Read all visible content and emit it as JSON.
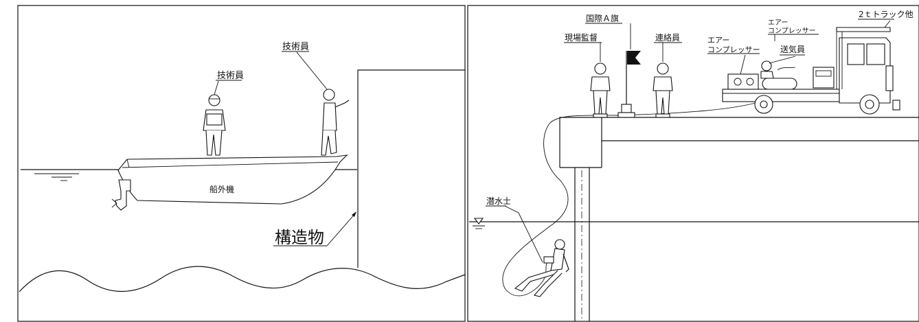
{
  "left_panel": {
    "labels": {
      "tech_a": "技術員",
      "tech_b": "技術員",
      "boat": "船外機",
      "structure": "構造物"
    }
  },
  "right_panel": {
    "labels": {
      "flag": "国際Ａ旗",
      "supervisor": "現場監督",
      "liaison": "連絡員",
      "compressor_a_1": "エアー",
      "compressor_a_2": "コンプレッサー",
      "compressor_b_1": "エアー",
      "compressor_b_2": "コンプレッサー",
      "air_supply": "送気員",
      "truck": "2ｔトラック他",
      "diver": "潜水士"
    }
  }
}
